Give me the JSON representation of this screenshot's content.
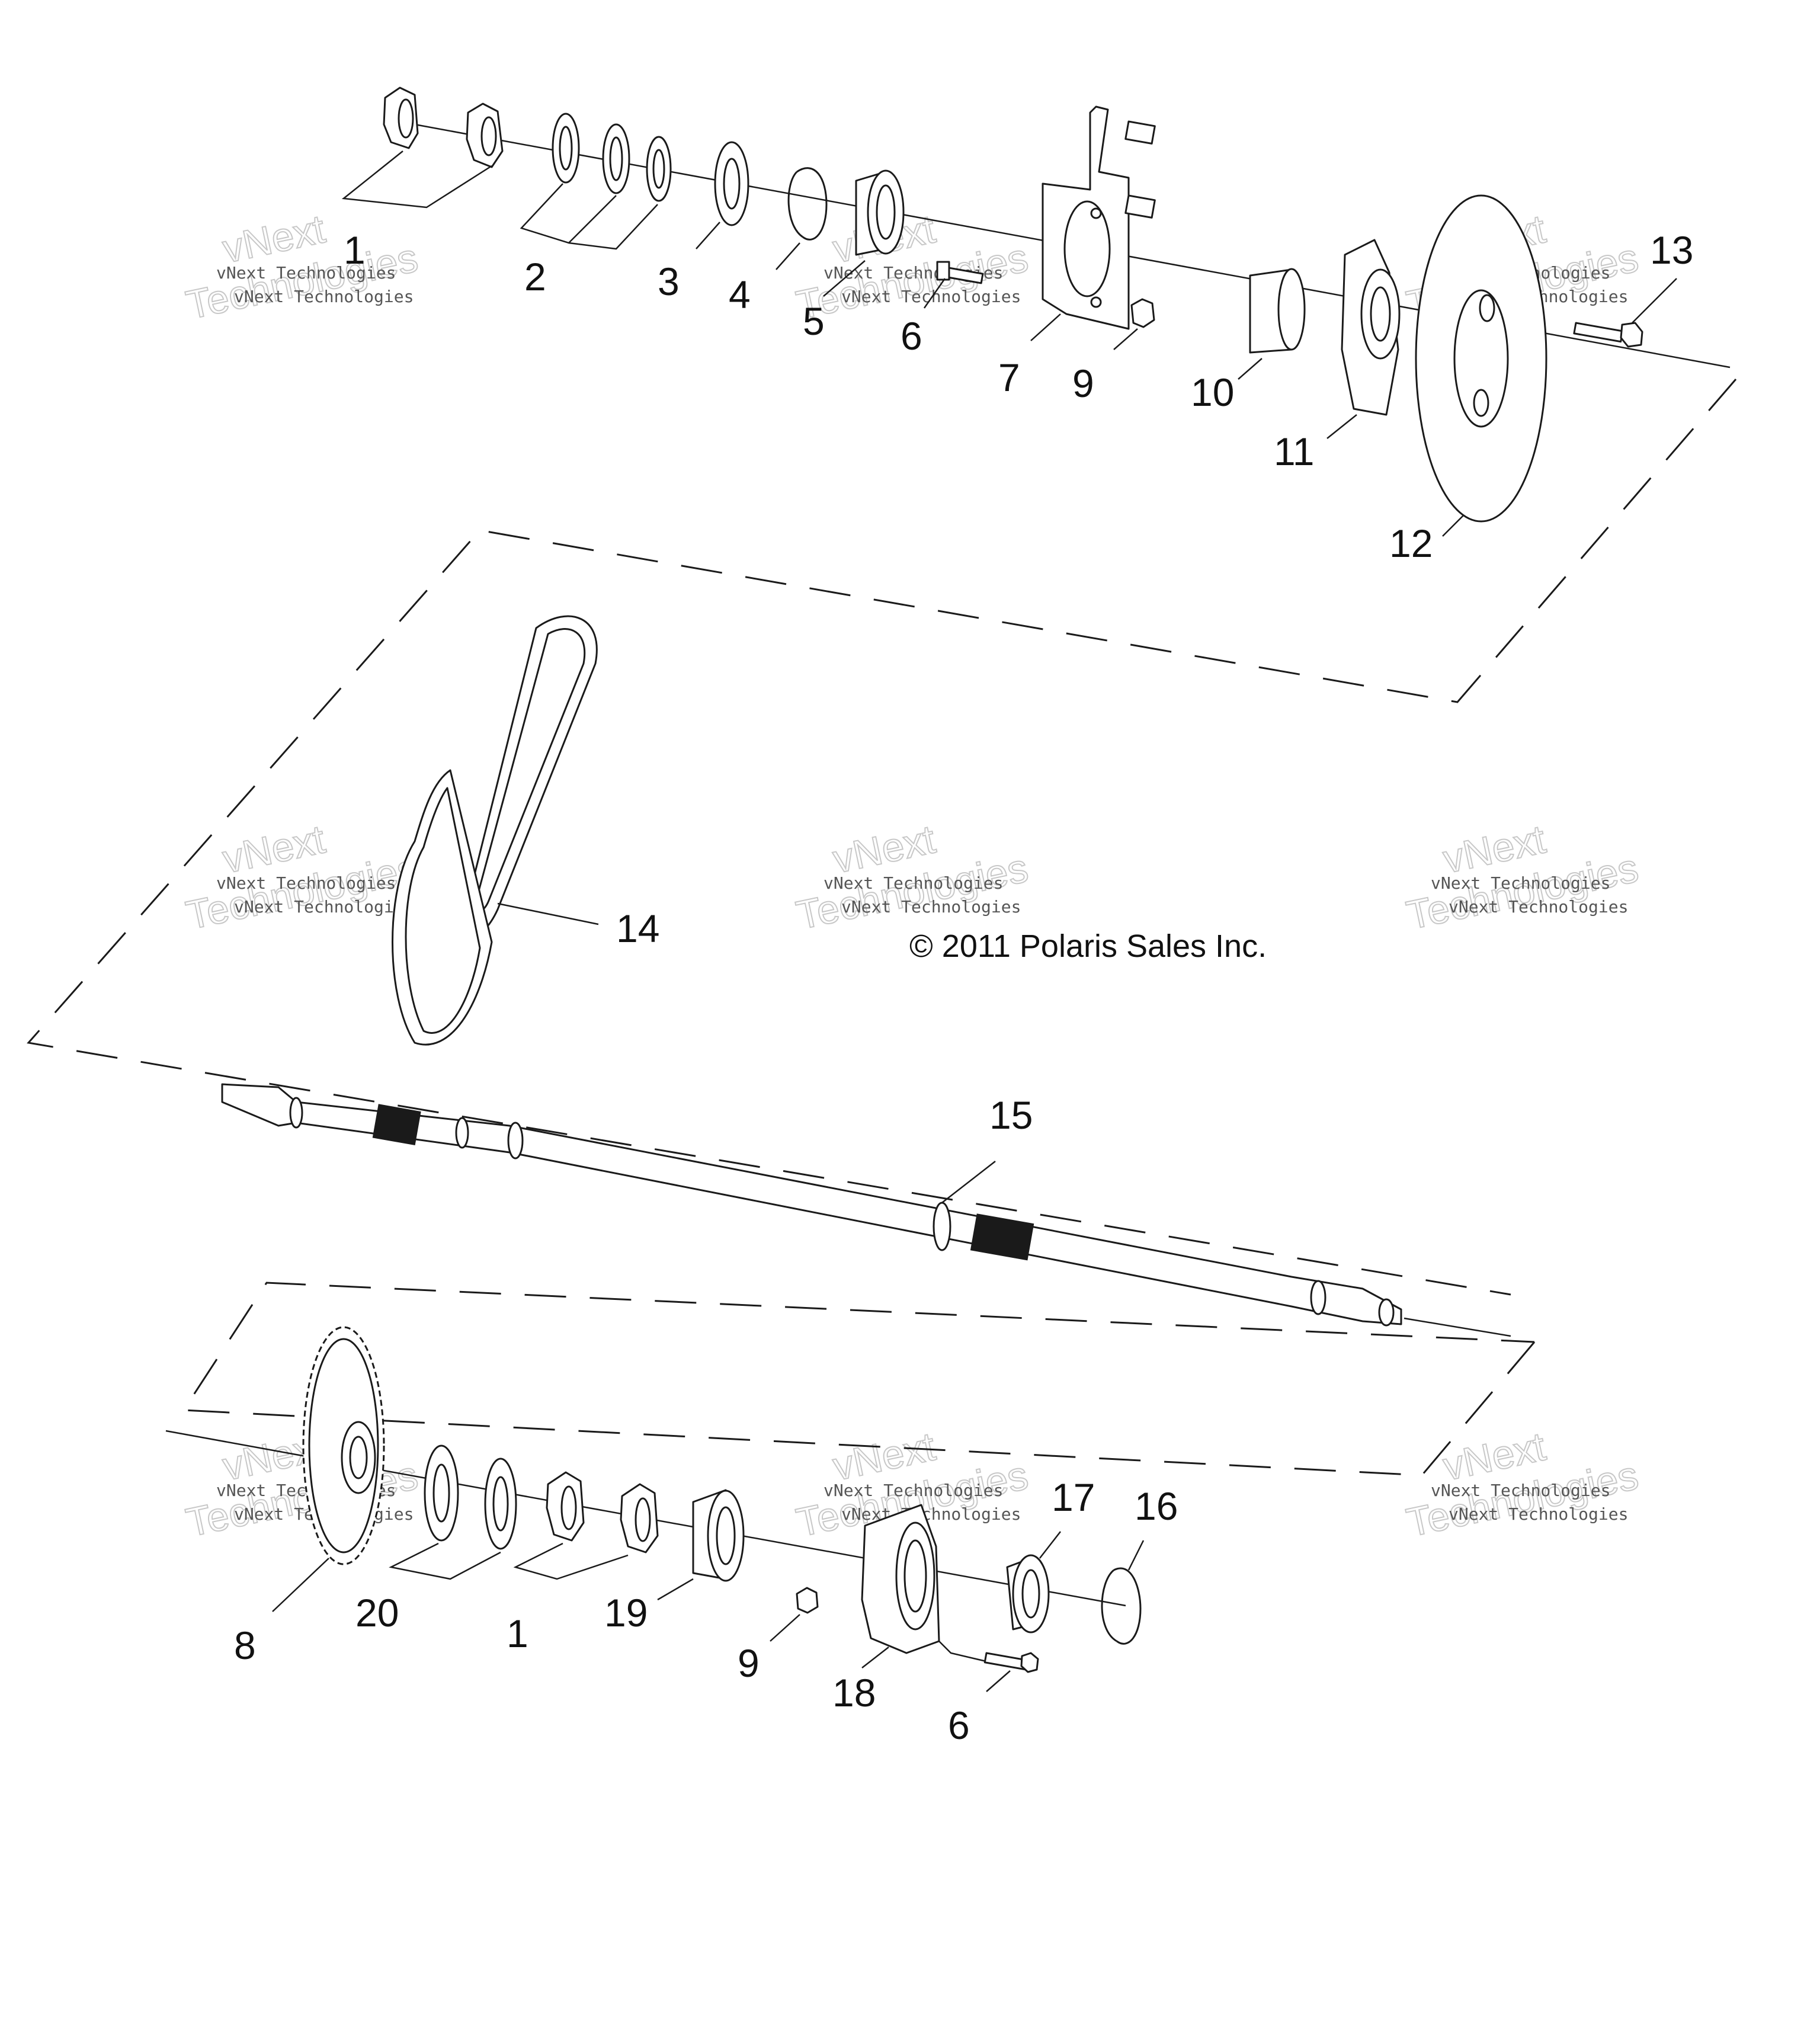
{
  "callouts": {
    "c1_top": "1",
    "c2": "2",
    "c3": "3",
    "c4": "4",
    "c5": "5",
    "c6_top": "6",
    "c7": "7",
    "c9_top": "9",
    "c10": "10",
    "c11": "11",
    "c12": "12",
    "c13": "13",
    "c14": "14",
    "c15": "15",
    "c8": "8",
    "c20": "20",
    "c1_bottom": "1",
    "c19": "19",
    "c9_bottom": "9",
    "c18": "18",
    "c6_bottom": "6",
    "c17": "17",
    "c16": "16"
  },
  "copyright": "© 2011 Polaris Sales Inc.",
  "watermark": {
    "brand": "vNext Technologies",
    "line1": "vNext",
    "line2": "Technologies"
  },
  "colors": {
    "line": "#1a1a1a",
    "background": "#ffffff",
    "watermark": "#c8c8c8"
  }
}
